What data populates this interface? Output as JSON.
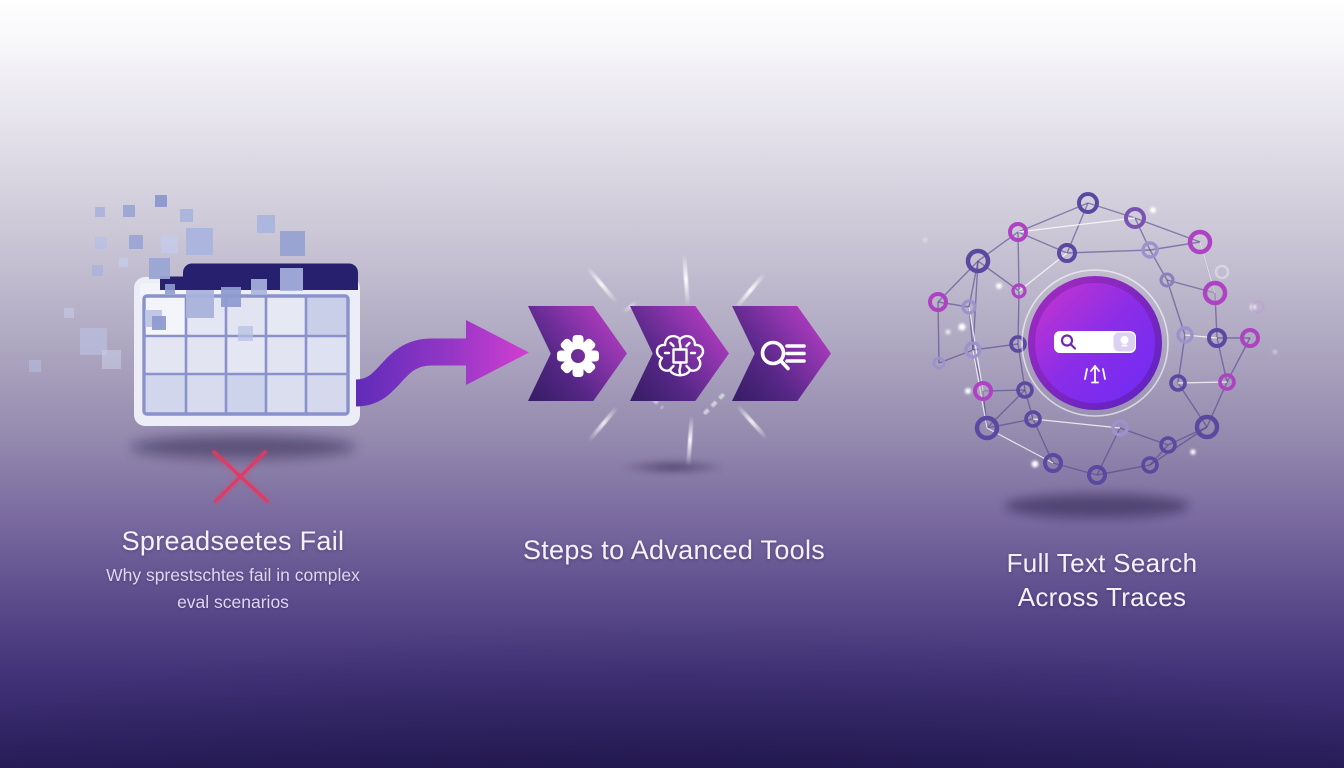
{
  "page": {
    "type": "process-infographic"
  },
  "colors": {
    "background_top": "#ffffff",
    "background_bottom": "#281d5a",
    "chevron_dark": "#3a1d68",
    "chevron_magenta": "#c13ec5",
    "ribbon_purple": "#5d2bb8",
    "ribbon_magenta": "#d13fd0",
    "fail_x_red": "#e23a63",
    "table_header_indigo": "#27206f",
    "core_violet": "#6d2bf5",
    "core_magenta": "#c835cd"
  },
  "panels": {
    "spreadsheet_fail": {
      "title": "Spreadseetes Fail",
      "subtitle_line1": "Why sprestschtes fail in complex",
      "subtitle_line2": "eval scenarios",
      "illustration": "dissolving-spreadsheet",
      "marker_icon": "fail-x-icon"
    },
    "steps": {
      "title": "Steps to Advanced Tools",
      "step_icons": [
        "gear-icon",
        "ai-brain-icon",
        "search-results-icon"
      ]
    },
    "full_text_search": {
      "title_line1": "Full Text Search",
      "title_line2": "Across Traces",
      "illustration": "network-graph",
      "search_bar_icon": "search-icon"
    }
  }
}
